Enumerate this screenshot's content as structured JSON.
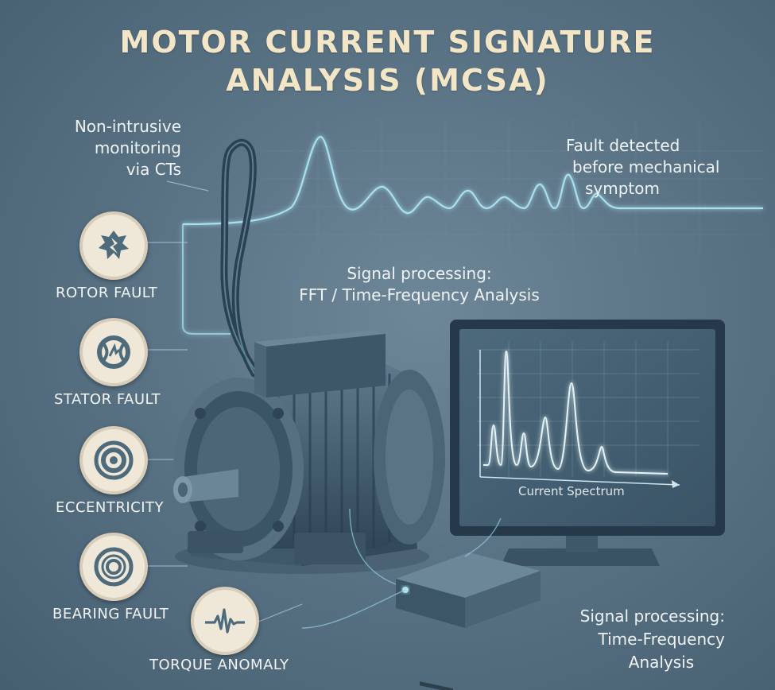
{
  "title": {
    "line1": "MOTOR CURRENT SIGNATURE",
    "line2": "ANALYSIS (MCSA)"
  },
  "notes": {
    "non_intrusive": [
      "Non-intrusive",
      "monitoring",
      "via CTs"
    ],
    "fault_detected": [
      "Fault detected",
      "before mechanical",
      "symptom"
    ],
    "signal_processing_top": [
      "Signal processing:",
      "FFT / Time-Frequency Analysis"
    ],
    "signal_processing_bottom": [
      "Signal processing:",
      "Time-Frequency",
      "Analysis"
    ]
  },
  "faults": [
    {
      "label": "ROTOR FAULT",
      "icon": "rotor-fault-icon"
    },
    {
      "label": "STATOR FAULT",
      "icon": "stator-fault-icon"
    },
    {
      "label": "ECCENTRICITY",
      "icon": "eccentricity-icon"
    },
    {
      "label": "BEARING FAULT",
      "icon": "bearing-fault-icon"
    },
    {
      "label": "TORQUE ANOMALY",
      "icon": "torque-anomaly-icon"
    }
  ],
  "monitor": {
    "spectrum_label": "Current Spectrum"
  },
  "colors": {
    "title": "#f3e6c6",
    "signal_glow": "#9fd8e6",
    "icon_bg": "#efe7d8",
    "icon_fg": "#4e6b7c"
  }
}
